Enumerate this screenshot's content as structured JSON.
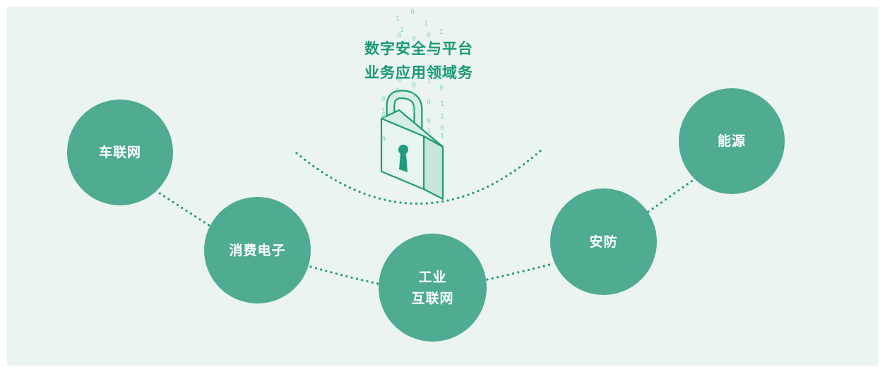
{
  "title": {
    "line1": "数字安全与平台",
    "line2": "业务应用领域务"
  },
  "nodes": {
    "auto": "车联网",
    "consumer": "消费电子",
    "industrial_1": "工业",
    "industrial_2": "互联网",
    "security": "安防",
    "energy": "能源"
  },
  "binary": [
    "1",
    "0",
    "1",
    "1",
    "0",
    "0",
    "0",
    "1",
    "0",
    "0",
    "1",
    "0",
    "1",
    "1",
    "0",
    "0",
    "0",
    "1",
    "1",
    "0",
    "0",
    "1",
    "0",
    "0",
    "1",
    "0",
    "1"
  ],
  "colors": {
    "background": "#ebf4f0",
    "node": "#4fab92",
    "accent": "#199a76",
    "lock_fill": "#e8f3ee",
    "lock_stroke": "#1f9c79"
  }
}
